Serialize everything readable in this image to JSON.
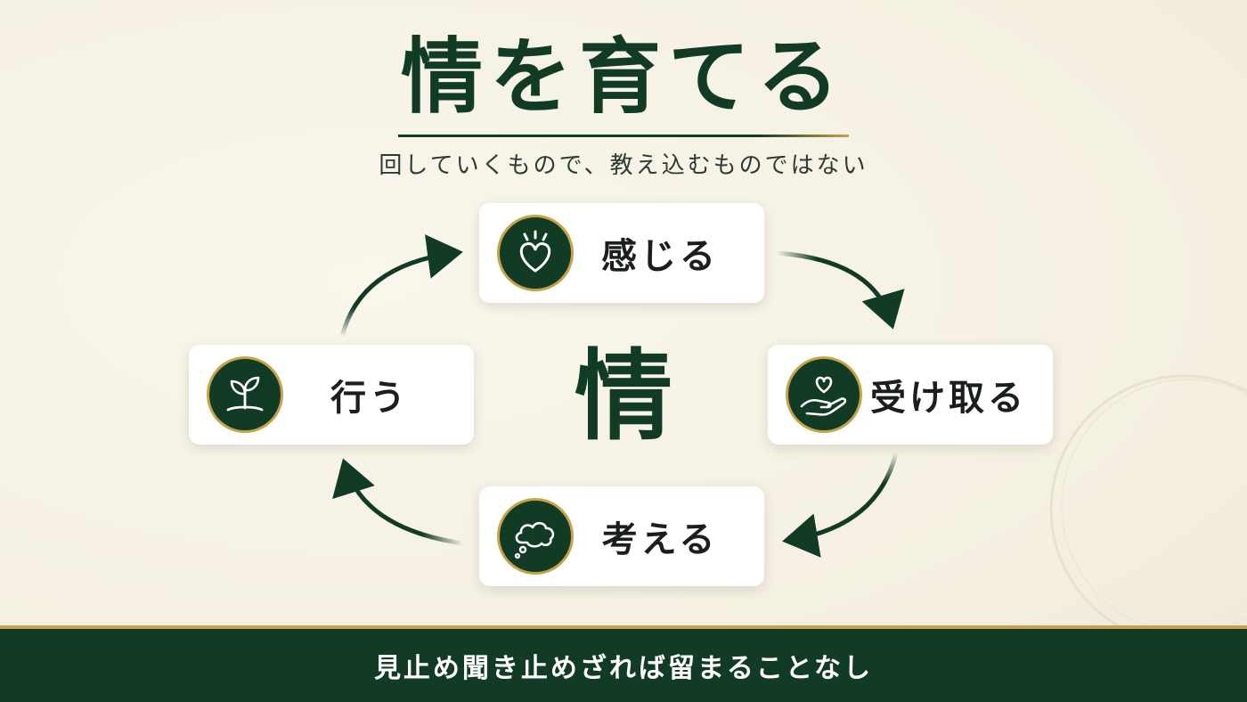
{
  "title": "情を育てる",
  "subtitle": "回していくもので、教え込むものではない",
  "center_label": "情",
  "cycle": {
    "feel": {
      "label": "感じる",
      "icon": "heart-sparkle-icon"
    },
    "receive": {
      "label": "受け取る",
      "icon": "hand-heart-icon"
    },
    "think": {
      "label": "考える",
      "icon": "thought-cloud-icon"
    },
    "act": {
      "label": "行う",
      "icon": "sprout-icon"
    }
  },
  "footer": {
    "text": "見止め聞き止めざれば留まることなし"
  },
  "colors": {
    "primary_green": "#123b26",
    "gold_accent": "#c7a249",
    "background": "#f6f2e6"
  }
}
